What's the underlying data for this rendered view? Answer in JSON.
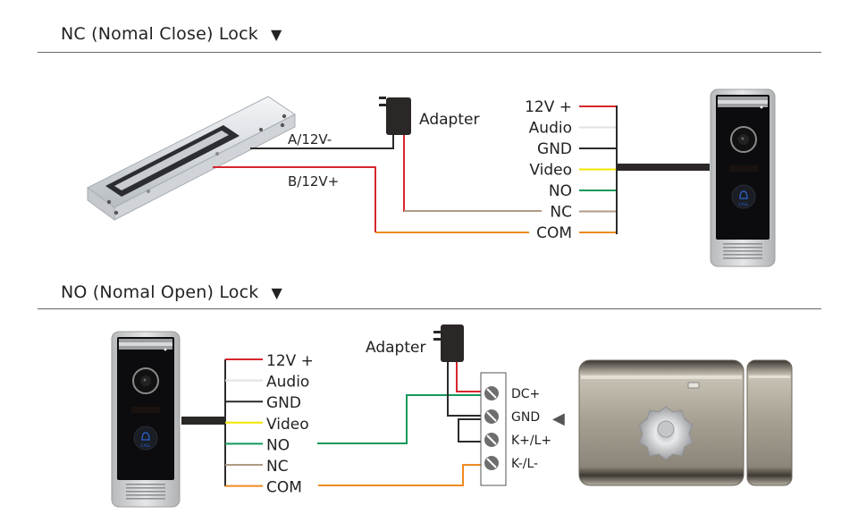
{
  "sections": [
    {
      "title": "NC (Nomal Close) Lock",
      "marker": "▼",
      "lock_wires": {
        "a": "A/12V-",
        "b": "B/12V+"
      },
      "adapter_label": "Adapter",
      "terminals": [
        {
          "label": "12V +",
          "color": "#d7262f"
        },
        {
          "label": "Audio",
          "color": "#e2e2e2"
        },
        {
          "label": "GND",
          "color": "#2b2b2b"
        },
        {
          "label": "Video",
          "color": "#f2e600"
        },
        {
          "label": "NO",
          "color": "#12995a"
        },
        {
          "label": "NC",
          "color": "#b09a84"
        },
        {
          "label": "COM",
          "color": "#ee8a22"
        }
      ]
    },
    {
      "title": "NO (Nomal Open) Lock",
      "marker": "▼",
      "adapter_label": "Adapter",
      "terminals": [
        {
          "label": "12V +",
          "color": "#d7262f"
        },
        {
          "label": "Audio",
          "color": "#e2e2e2"
        },
        {
          "label": "GND",
          "color": "#2b2b2b"
        },
        {
          "label": "Video",
          "color": "#f2e600"
        },
        {
          "label": "NO",
          "color": "#12995a"
        },
        {
          "label": "NC",
          "color": "#b09a84"
        },
        {
          "label": "COM",
          "color": "#ee8a22"
        }
      ],
      "lock_terminals": [
        "DC+",
        "GND",
        "K+/L+",
        "K-/L-"
      ],
      "pointer": "◀"
    }
  ],
  "doorbell": {
    "call_label": "CALL"
  },
  "colors": {
    "red": "#d7262f",
    "black": "#2b2b2b",
    "green": "#12995a",
    "brown": "#b09a84",
    "orange": "#ee8a22",
    "yellow": "#f2e600",
    "white": "#e2e2e2"
  }
}
